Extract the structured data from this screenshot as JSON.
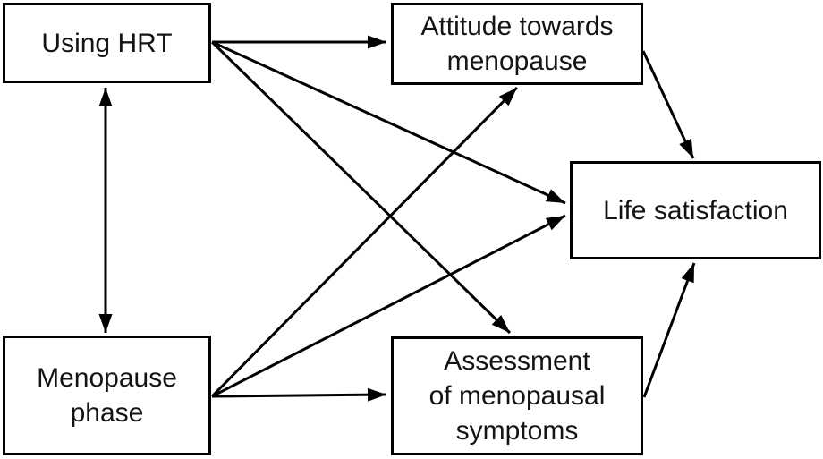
{
  "colors": {
    "ink": "#000000",
    "background": "#ffffff"
  },
  "diagram": {
    "nodes": [
      {
        "id": "using-hrt",
        "label": "Using HRT"
      },
      {
        "id": "attitude-towards-menopause",
        "label": "Attitude towards\nmenopause"
      },
      {
        "id": "life-satisfaction",
        "label": "Life satisfaction"
      },
      {
        "id": "menopause-phase",
        "label": "Menopause\nphase"
      },
      {
        "id": "assessment-of-menopausal-symptoms",
        "label": "Assessment\nof menopausal\nsymptoms"
      }
    ],
    "edges": [
      {
        "from": "Using HRT",
        "to": "Attitude towards menopause",
        "type": "directed"
      },
      {
        "from": "Using HRT",
        "to": "Life satisfaction",
        "type": "directed"
      },
      {
        "from": "Using HRT",
        "to": "Assessment of menopausal symptoms",
        "type": "directed"
      },
      {
        "from": "Menopause phase",
        "to": "Attitude towards menopause",
        "type": "directed"
      },
      {
        "from": "Menopause phase",
        "to": "Life satisfaction",
        "type": "directed"
      },
      {
        "from": "Menopause phase",
        "to": "Assessment of menopausal symptoms",
        "type": "directed"
      },
      {
        "from": "Using HRT",
        "to": "Menopause phase",
        "type": "bidirectional"
      },
      {
        "from": "Attitude towards menopause",
        "to": "Life satisfaction",
        "type": "directed"
      },
      {
        "from": "Assessment of menopausal symptoms",
        "to": "Life satisfaction",
        "type": "directed"
      }
    ]
  }
}
